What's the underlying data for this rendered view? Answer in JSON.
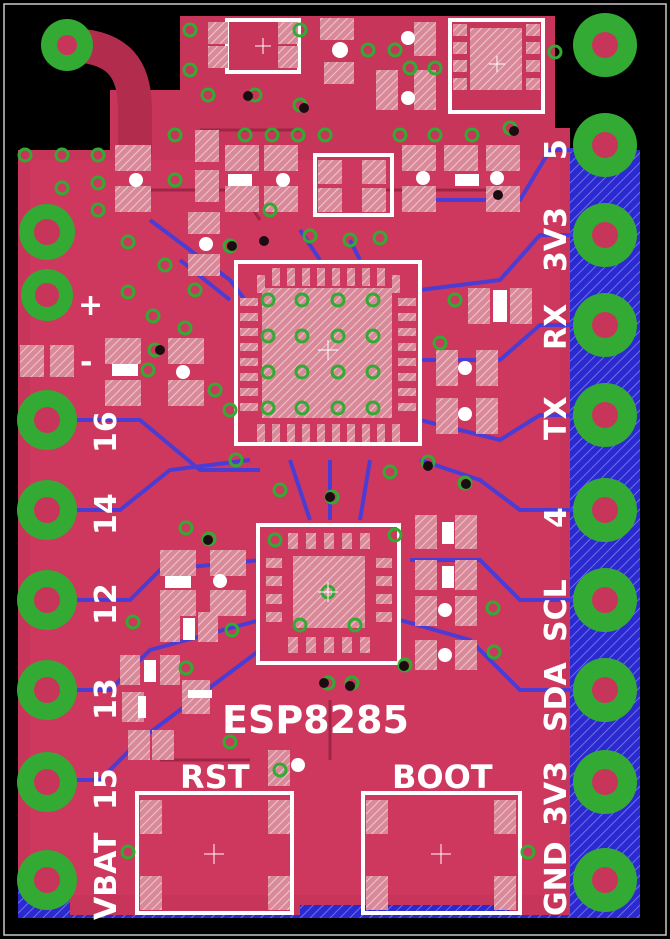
{
  "board": {
    "chip_label": "ESP8285",
    "buttons": [
      {
        "label": "RST"
      },
      {
        "label": "BOOT"
      }
    ],
    "left_pins": [
      {
        "label": "16"
      },
      {
        "label": "14"
      },
      {
        "label": "12"
      },
      {
        "label": "13"
      },
      {
        "label": "15"
      },
      {
        "label": "VBAT"
      }
    ],
    "right_pins": [
      {
        "label": "5"
      },
      {
        "label": "3V3"
      },
      {
        "label": "RX"
      },
      {
        "label": "TX"
      },
      {
        "label": "4"
      },
      {
        "label": "SCL"
      },
      {
        "label": "SDA"
      },
      {
        "label": "3V3"
      },
      {
        "label": "GND"
      }
    ],
    "battery_marks": {
      "plus": "+",
      "minus": "-"
    },
    "colors": {
      "copper_top": "#c8355a",
      "copper_bottom": "#2a2ad0",
      "pad": "#e8b0b8",
      "via_ring": "#33aa33",
      "silkscreen": "#ffffff",
      "background": "#000000"
    }
  }
}
